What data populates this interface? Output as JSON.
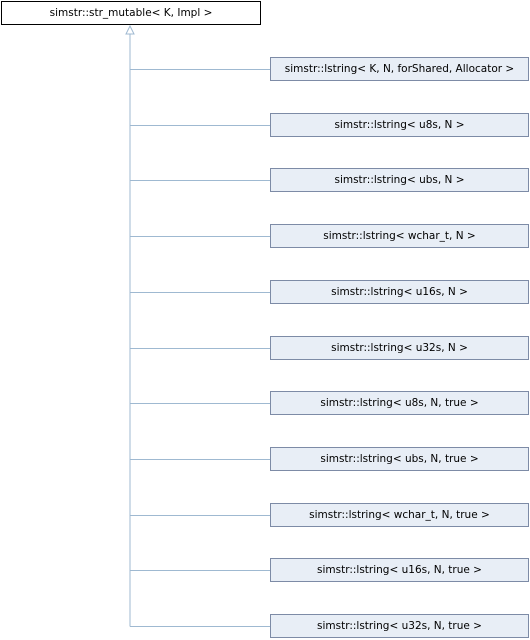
{
  "diagram": {
    "base_class": "simstr::str_mutable< K, Impl >",
    "derived_classes": [
      "simstr::lstring< K, N, forShared, Allocator >",
      "simstr::lstring< u8s, N >",
      "simstr::lstring< ubs, N >",
      "simstr::lstring< wchar_t, N >",
      "simstr::lstring< u16s, N >",
      "simstr::lstring< u32s, N >",
      "simstr::lstring< u8s, N, true >",
      "simstr::lstring< ubs, N, true >",
      "simstr::lstring< wchar_t, N, true >",
      "simstr::lstring< u16s, N, true >",
      "simstr::lstring< u32s, N, true >"
    ],
    "colors": {
      "edge": "#9fb9d1",
      "derived_fill": "#e8eef6",
      "derived_border": "#7d8ba6",
      "base_fill": "#ffffff",
      "base_border": "#000000"
    }
  }
}
